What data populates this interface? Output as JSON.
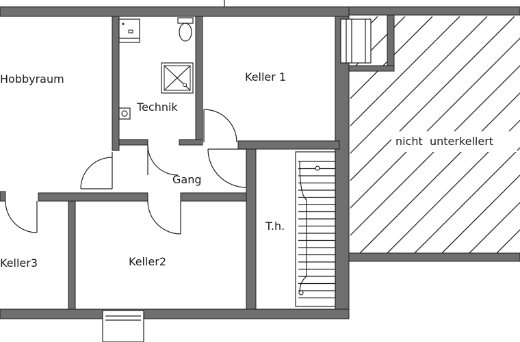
{
  "rooms": {
    "hobbyraum": "Hobbyraum",
    "technik": "Technik",
    "keller1": "Keller 1",
    "gang": "Gang",
    "keller3": "Keller3",
    "keller2": "Keller2",
    "treppenhaus": "T.h.",
    "nicht_unterkellert": "nicht  unterkellert"
  },
  "colors": {
    "wall_fill": "#6f6f6f",
    "line": "#1e1e1e",
    "background": "#ffffff"
  }
}
